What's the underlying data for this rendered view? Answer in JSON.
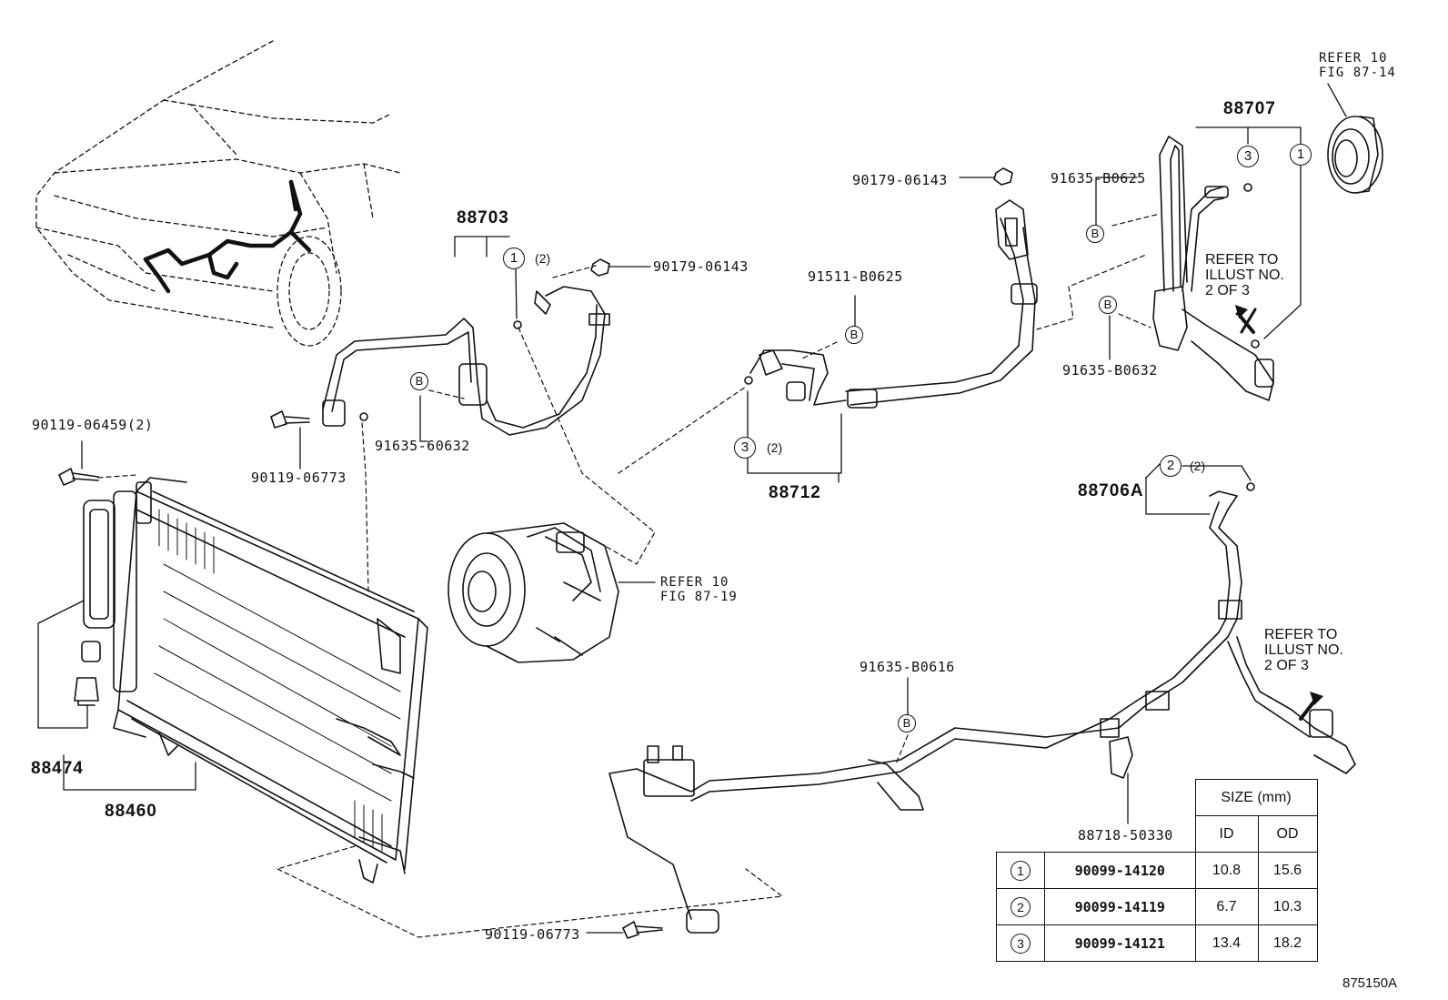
{
  "parts": {
    "p88703": "88703",
    "p88712": "88712",
    "p88707": "88707",
    "p88706a": "88706A",
    "p88474": "88474",
    "p88460": "88460",
    "p90179_a": "90179-06143",
    "p90179_b": "90179-06143",
    "p91511": "91511-B0625",
    "p91635_b0625": "91635-B0625",
    "p91635_b0632": "91635-B0632",
    "p91635_60632": "91635-60632",
    "p90119_06459": "90119-06459(2)",
    "p90119_06773_a": "90119-06773",
    "p90119_06773_b": "90119-06773",
    "p91635_b0616": "91635-B0616",
    "p88718": "88718-50330"
  },
  "refs": {
    "fig_87_14_l1": "REFER 10",
    "fig_87_14_l2": "FIG 87-14",
    "fig_87_19_l1": "REFER 10",
    "fig_87_19_l2": "FIG 87-19",
    "illust_a_l1": "REFER TO",
    "illust_a_l2": "ILLUST NO.",
    "illust_a_l3": "2 OF 3",
    "illust_b_l1": "REFER TO",
    "illust_b_l2": "ILLUST NO.",
    "illust_b_l3": "2 OF 3"
  },
  "callouts": {
    "c1_a": "1",
    "c1_a_count": "(2)",
    "c1_b": "1",
    "c2": "2",
    "c2_count": "(2)",
    "c3_a": "3",
    "c3_a_count": "(2)",
    "c3_b": "3",
    "b": "B"
  },
  "size_table": {
    "header": "SIZE (mm)",
    "col_id": "ID",
    "col_od": "OD",
    "rows": [
      {
        "key": "1",
        "part": "90099-14120",
        "id": "10.8",
        "od": "15.6"
      },
      {
        "key": "2",
        "part": "90099-14119",
        "id": "6.7",
        "od": "10.3"
      },
      {
        "key": "3",
        "part": "90099-14121",
        "id": "13.4",
        "od": "18.2"
      }
    ]
  },
  "figure_number": "875150A"
}
